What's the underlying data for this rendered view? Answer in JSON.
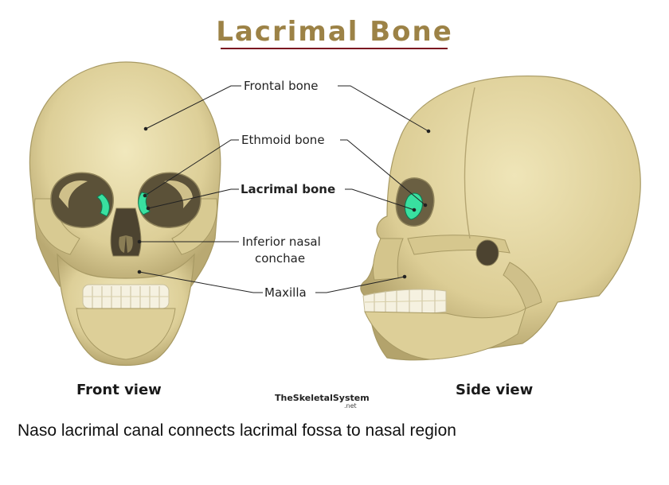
{
  "title": "Lacrimal Bone",
  "labels": {
    "frontal": "Frontal bone",
    "ethmoid": "Ethmoid bone",
    "lacrimal": "Lacrimal bone",
    "inferior_nasal_1": "Inferior nasal",
    "inferior_nasal_2": "conchae",
    "maxilla": "Maxilla"
  },
  "views": {
    "front": "Front view",
    "side": "Side view"
  },
  "brand": {
    "name": "TheSkeletalSystem",
    "suffix": ".net"
  },
  "caption": "Naso lacrimal canal connects lacrimal fossa to nasal region",
  "colors": {
    "title": "#9c8246",
    "bone": "#e6dba6",
    "bone_shadow": "#b7a877",
    "highlight": "#39e0a0"
  }
}
